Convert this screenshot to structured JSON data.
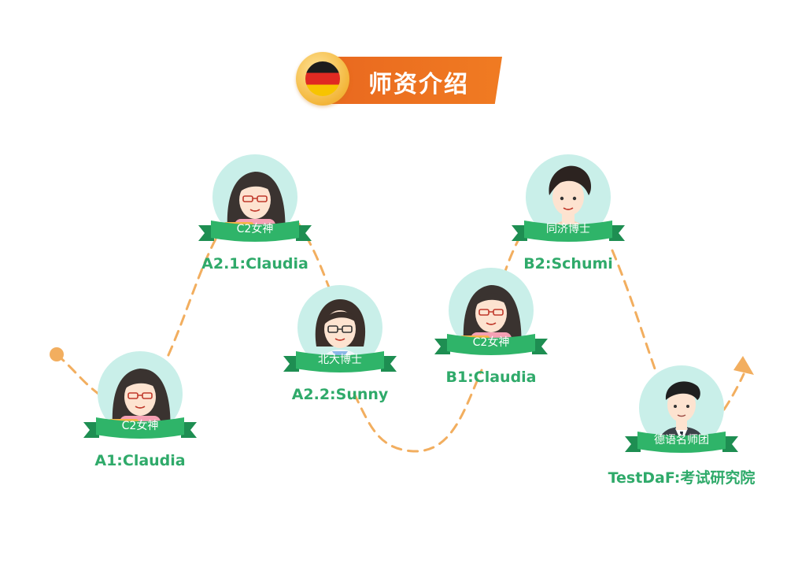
{
  "header": {
    "title": "师资介绍",
    "flag_icon": "germany-flag-icon"
  },
  "colors": {
    "accent_orange": "#e9681f",
    "path_orange": "#f2ae5f",
    "label_green": "#2faa6a",
    "ribbon_green": "#2fb469",
    "avatar_bg": "#c9efe9"
  },
  "teachers": [
    {
      "badge": "C2女神",
      "label": "A1:Claudia",
      "avatar": "woman-curly-hair-glasses"
    },
    {
      "badge": "C2女神",
      "label": "A2.1:Claudia",
      "avatar": "woman-curly-hair-glasses"
    },
    {
      "badge": "北大博士",
      "label": "A2.2:Sunny",
      "avatar": "woman-short-hair-glasses"
    },
    {
      "badge": "C2女神",
      "label": "B1:Claudia",
      "avatar": "woman-curly-hair-glasses"
    },
    {
      "badge": "同济博士",
      "label": "B2:Schumi",
      "avatar": "woman-updo-hair"
    },
    {
      "badge": "德语名师团",
      "label": "TestDaF:考试研究院",
      "avatar": "man-suit"
    }
  ]
}
